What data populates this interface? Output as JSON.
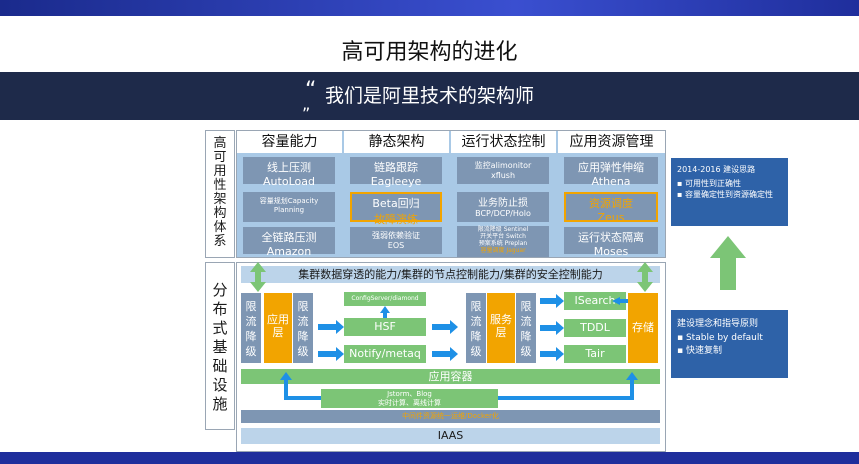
{
  "slide": {
    "title": "高可用架构的进化",
    "banner": "我们是阿里技术的架构师",
    "quote_open": "“",
    "quote_close": "”"
  },
  "left_labels": {
    "top": "高可用性架构体系",
    "bottom": "分布式基础设施"
  },
  "columns": [
    {
      "header": "容量能力",
      "items": [
        {
          "line1": "线上压测",
          "line2": "AutoLoad"
        },
        {
          "line1": "容量规划Capacity",
          "line2": "Planning"
        },
        {
          "line1": "全链路压测",
          "line2": "Amazon"
        }
      ]
    },
    {
      "header": "静态架构",
      "items": [
        {
          "line1": "链路跟踪",
          "line2": "Eagleeye"
        },
        {
          "line1": "Beta回归",
          "line2": "故障演练"
        },
        {
          "line1": "强弱依赖验证",
          "line2": "EOS"
        }
      ]
    },
    {
      "header": "运行状态控制",
      "items": [
        {
          "line1": "监控alimonitor",
          "line2": "xflush"
        },
        {
          "line1": "业务防止损",
          "line2": "BCP/DCP/Holo"
        },
        {
          "line1": "限流降级 Sentinel",
          "line2": "开关平台 Switch",
          "line3": "预案系统 Preplan",
          "line4": "容量调度 Jaguar"
        }
      ]
    },
    {
      "header": "应用资源管理",
      "items": [
        {
          "line1": "应用弹性伸缩",
          "line2": "Athena"
        },
        {
          "line1": "资源调度",
          "line2": "Zeus"
        },
        {
          "line1": "运行状态隔离",
          "line2": "Moses"
        }
      ]
    }
  ],
  "right_panel_top": {
    "title": "2014-2016 建设思路",
    "bullets": [
      "可用性到正确性",
      "容量确定性到资源确定性"
    ]
  },
  "right_panel_bottom": {
    "title": "建设理念和指导原则",
    "bullets": [
      "Stable by default",
      "快速复制"
    ]
  },
  "infra": {
    "top_bar": "集群数据穿透的能力/集群的节点控制能力/集群的安全控制能力",
    "limit_label": "限流降级",
    "app_layer": "应用层",
    "service_layer": "服务层",
    "config": "ConfigServer/diamond",
    "hsf": "HSF",
    "notify": "Notify/metaq",
    "isearch": "ISearch",
    "tddl": "TDDL",
    "tair": "Tair",
    "storage": "存储",
    "container": "应用容器",
    "jstorm_line1": "Jstorm、Blog",
    "jstorm_line2": "实时计算、离线计算",
    "middleware": "中间件资源统一运维/Docker化",
    "iaas": "IAAS"
  },
  "colors": {
    "banner": "#1e2a4a",
    "accent_blue": "#2e62a8",
    "green": "#7cc576",
    "orange": "#f2a400",
    "arrow_blue": "#1e90e6"
  }
}
